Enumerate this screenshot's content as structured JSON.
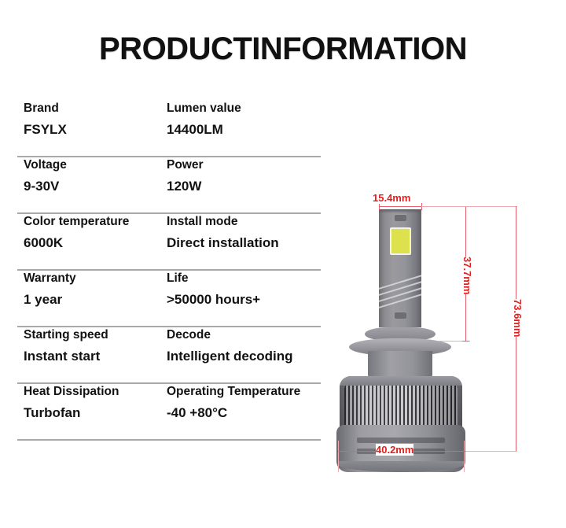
{
  "page": {
    "title": "PRODUCTINFORMATION",
    "background_color": "#ffffff",
    "dimension_color": "#e02020",
    "led_chip_color": "#dde14e",
    "body_color": "#93939a"
  },
  "spec_table": {
    "rows": [
      {
        "left": {
          "label": "Brand",
          "value": "FSYLX"
        },
        "right": {
          "label": "Lumen value",
          "value": "14400LM"
        }
      },
      {
        "left": {
          "label": "Voltage",
          "value": "9-30V"
        },
        "right": {
          "label": "Power",
          "value": "120W"
        }
      },
      {
        "left": {
          "label": "Color temperature",
          "value": "6000K"
        },
        "right": {
          "label": "Install mode",
          "value": "Direct installation"
        }
      },
      {
        "left": {
          "label": "Warranty",
          "value": "1 year"
        },
        "right": {
          "label": "Life",
          "value": ">50000 hours+"
        }
      },
      {
        "left": {
          "label": "Starting speed",
          "value": "Instant start"
        },
        "right": {
          "label": "Decode",
          "value": "Intelligent decoding"
        }
      },
      {
        "left": {
          "label": "Heat Dissipation",
          "value": "Turbofan"
        },
        "right": {
          "label": "Operating Temperature",
          "value": "-40 +80°C"
        }
      }
    ]
  },
  "product_figure": {
    "dimensions": {
      "top_width": "15.4mm",
      "upper_height": "37.7mm",
      "total_height": "73.6mm",
      "base_width": "40.2mm"
    }
  }
}
